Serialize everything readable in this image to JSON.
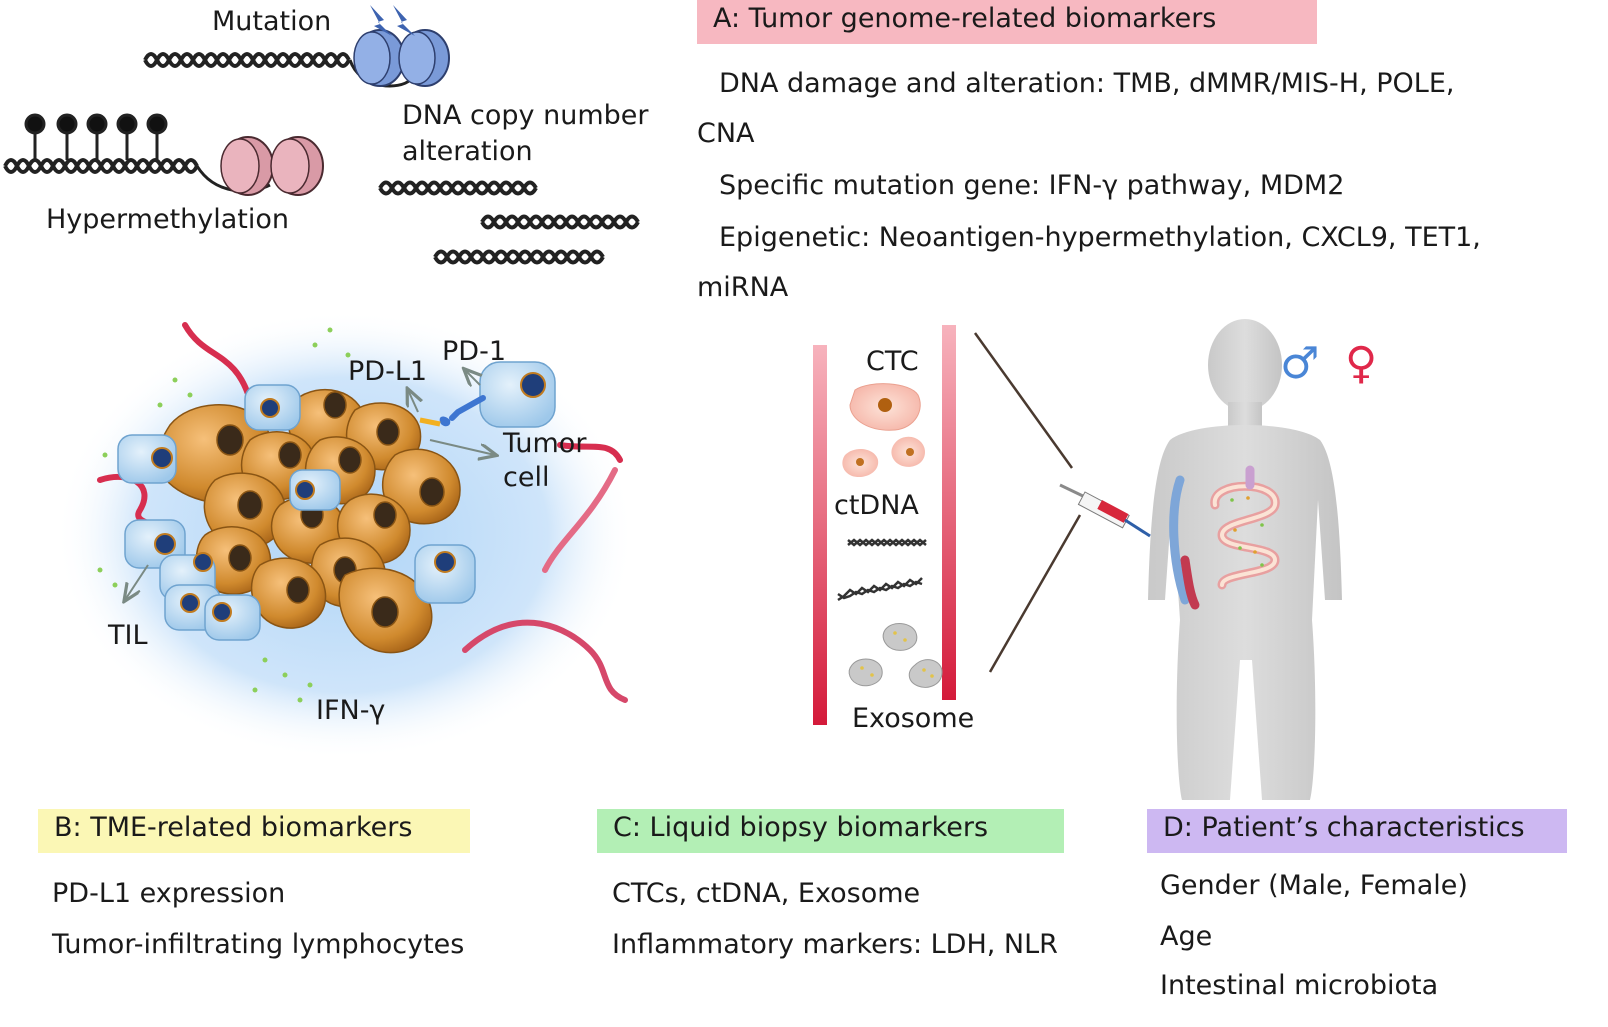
{
  "panel_a": {
    "header": "A: Tumor genome-related biomarkers",
    "color": "#f7b8c1",
    "lines": [
      "DNA damage and alteration: TMB, dMMR/MIS-H, POLE,",
      "CNA",
      "Specific mutation gene: IFN-γ  pathway, MDM2",
      "Epigenetic: Neoantigen-hypermethylation, CXCL9, TET1,",
      "miRNA"
    ]
  },
  "panel_b": {
    "header": "B: TME-related biomarkers",
    "color": "#fbf7b5",
    "lines": [
      "PD-L1 expression",
      "Tumor-infiltrating lymphocytes"
    ]
  },
  "panel_c": {
    "header": "C: Liquid biopsy biomarkers",
    "color": "#b3efb5",
    "lines": [
      "CTCs, ctDNA, Exosome",
      "Inflammatory markers: LDH, NLR"
    ]
  },
  "panel_d": {
    "header": "D: Patient’s characteristics",
    "color": "#cdb8f2",
    "lines": [
      "Gender (Male, Female)",
      "Age",
      "Intestinal microbiota"
    ]
  },
  "genome_labels": {
    "mutation": "Mutation",
    "hypermethylation": "Hypermethylation",
    "cna_line1": "DNA copy number",
    "cna_line2": "alteration"
  },
  "tme_labels": {
    "pdl1": "PD-L1",
    "pd1": "PD-1",
    "tumor_line1": "Tumor",
    "tumor_line2": "cell",
    "til": "TIL",
    "ifn": "IFN-γ"
  },
  "liquid_labels": {
    "ctc": "CTC",
    "ctdna": "ctDNA",
    "exosome": "Exosome"
  },
  "gender_symbols": {
    "male": "♂",
    "female": "♀",
    "male_color": "#4a86d6",
    "female_color": "#e0284a"
  }
}
